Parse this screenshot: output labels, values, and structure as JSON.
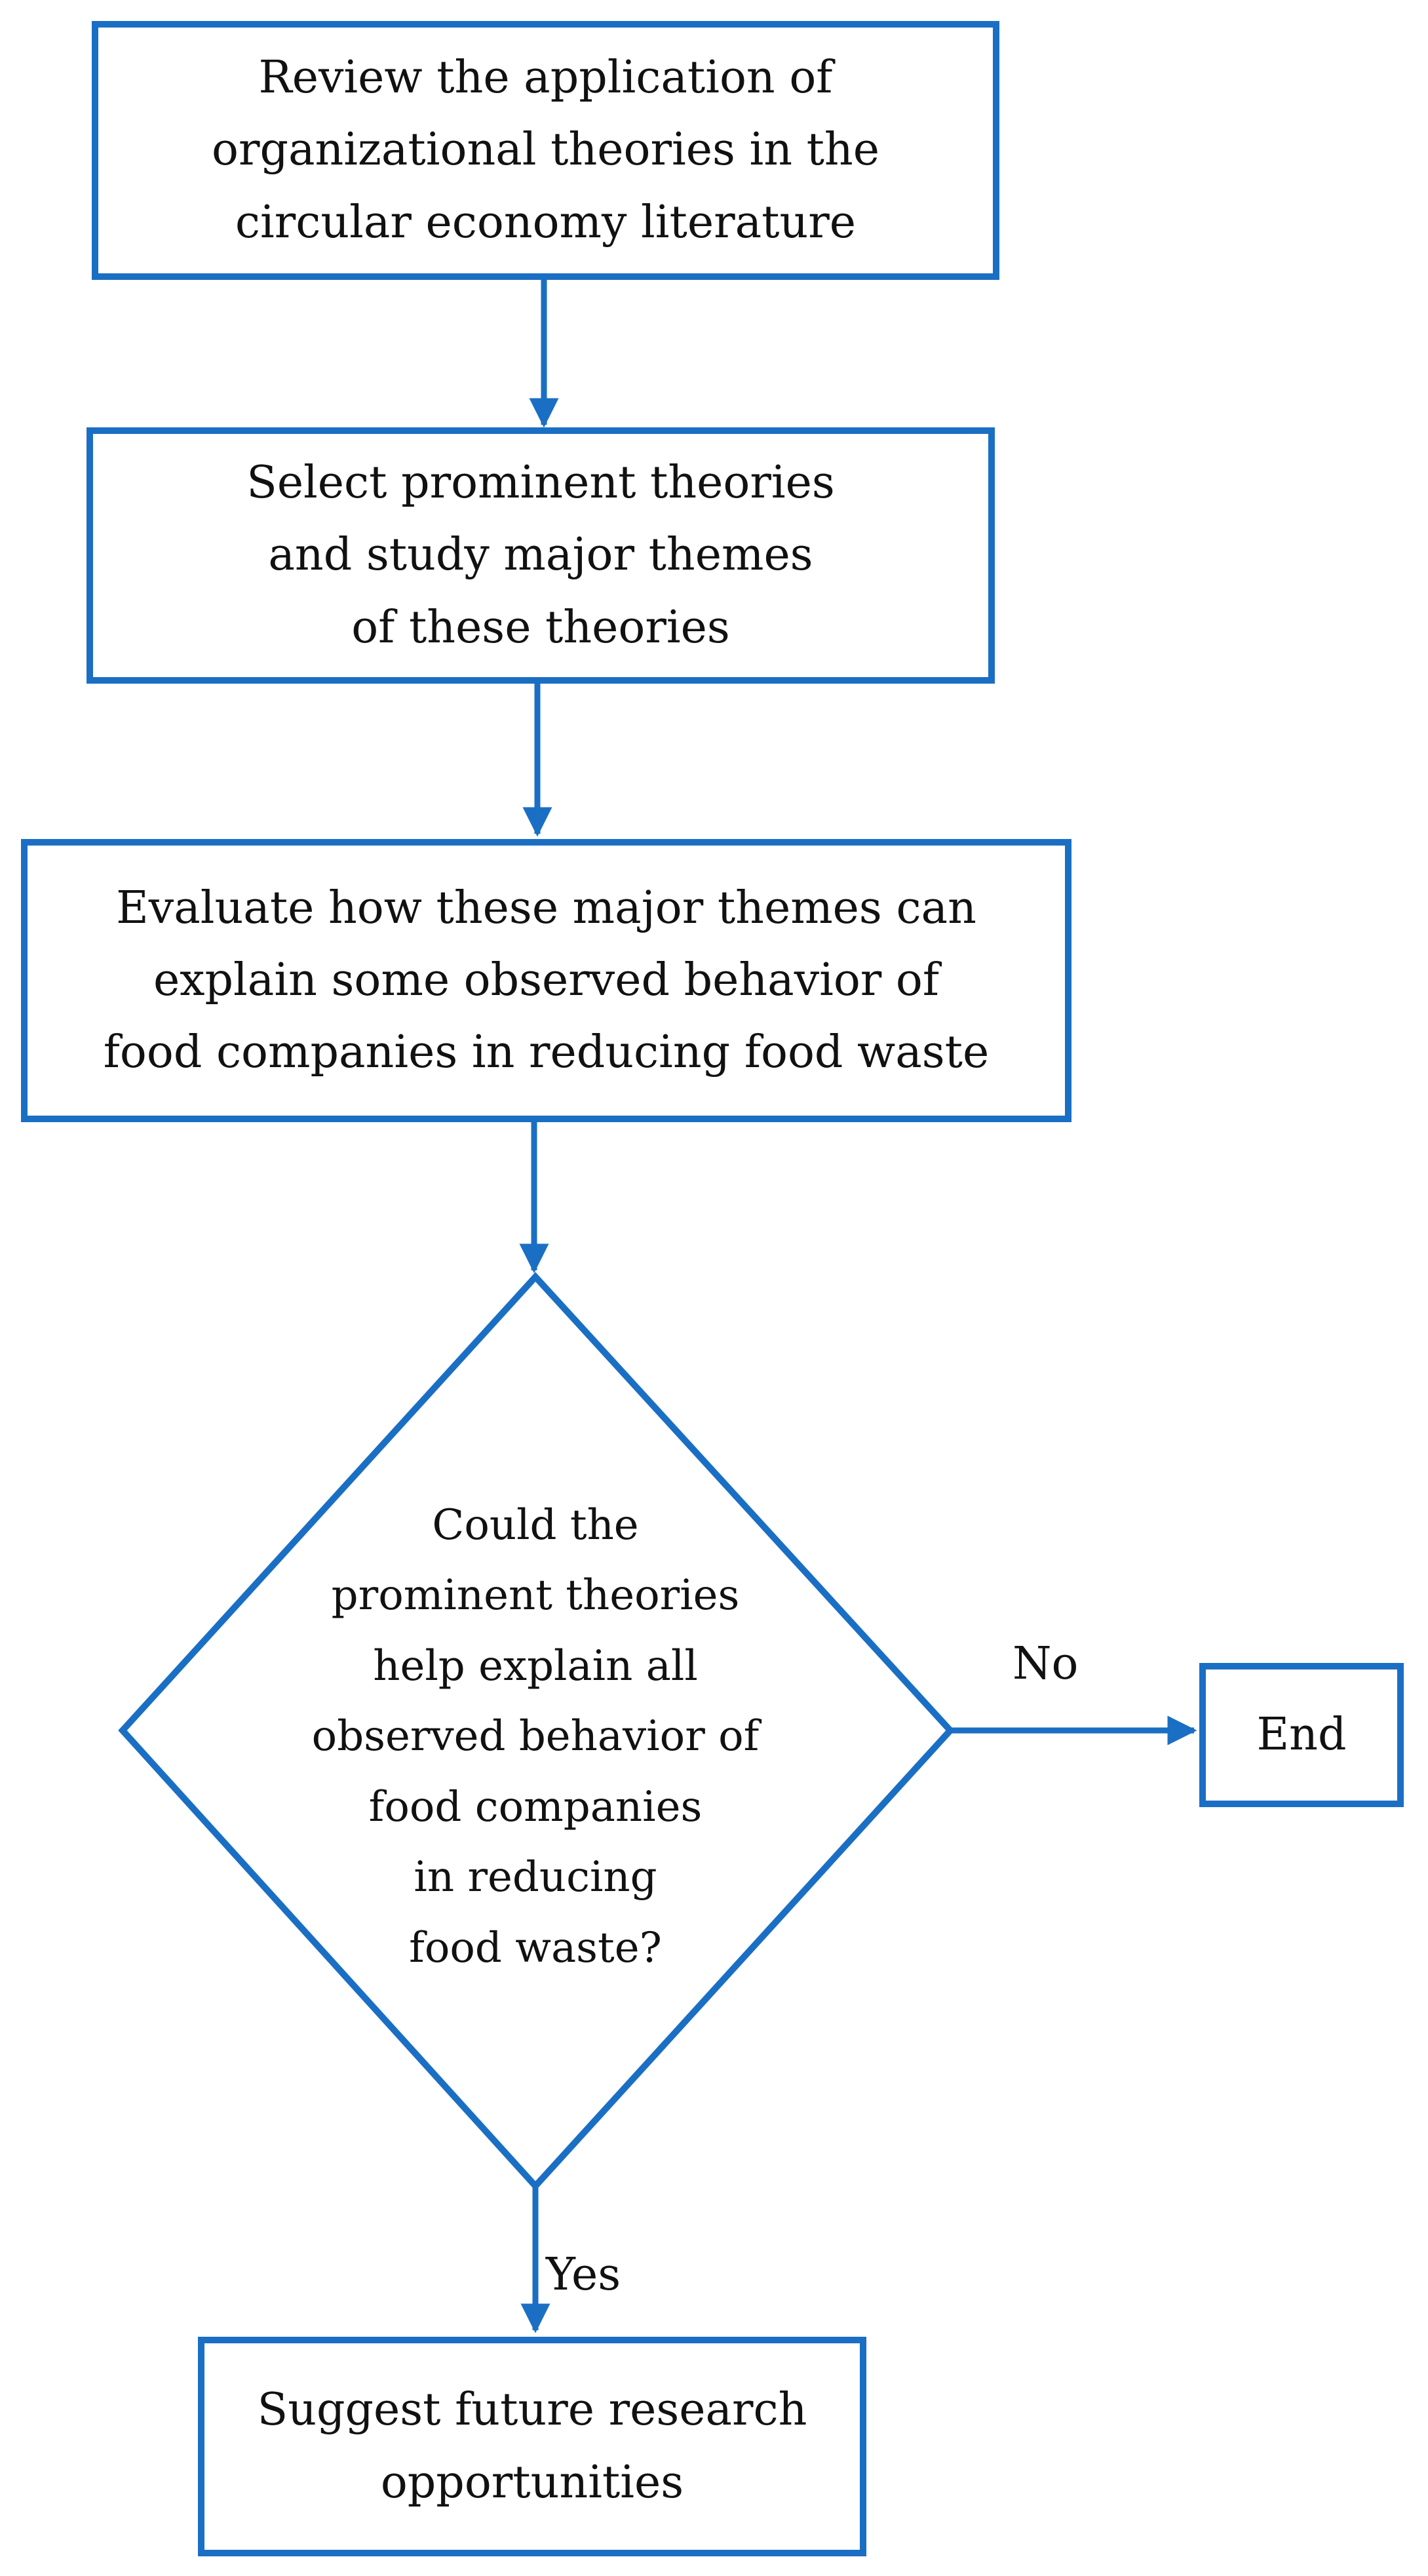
{
  "colors": {
    "stroke": "#1a6fc4",
    "text": "#111111",
    "background": "#ffffff"
  },
  "nodes": {
    "review": {
      "lines": [
        "Review the application of",
        "organizational theories in the",
        "circular economy literature"
      ]
    },
    "select": {
      "lines": [
        "Select prominent theories",
        "and study major themes",
        "of these theories"
      ]
    },
    "evaluate": {
      "lines": [
        "Evaluate how these major themes can",
        "explain some observed behavior of",
        "food companies in reducing food waste"
      ]
    },
    "decision": {
      "lines": [
        "Could the",
        "prominent theories",
        "help explain all",
        "observed behavior of",
        "food companies",
        "in reducing",
        "food waste?"
      ]
    },
    "end": {
      "label": "End"
    },
    "suggest": {
      "lines": [
        "Suggest future research",
        "opportunities"
      ]
    }
  },
  "edges": {
    "no_label": "No",
    "yes_label": "Yes"
  }
}
